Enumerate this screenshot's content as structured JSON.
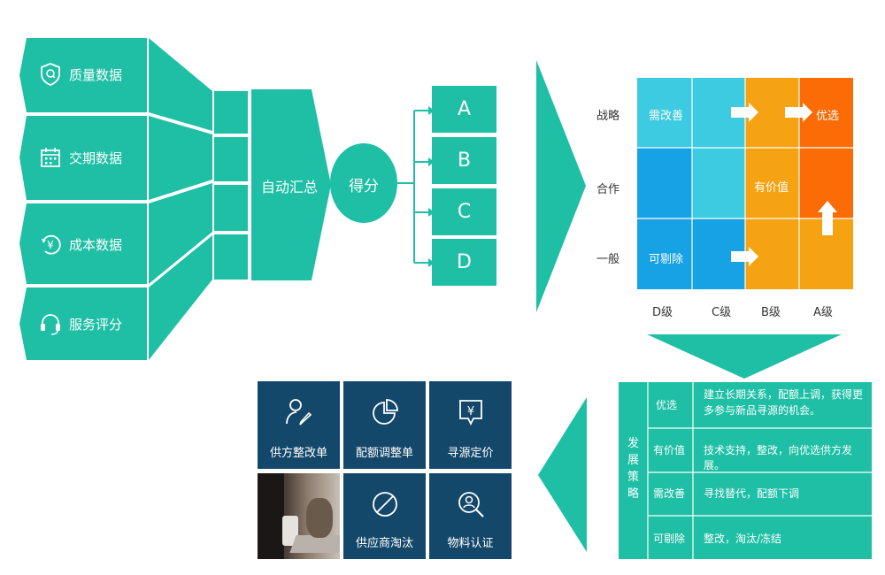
{
  "inputs": [
    {
      "label": "质量数据",
      "icon": "shield-q-icon"
    },
    {
      "label": "交期数据",
      "icon": "calendar-icon"
    },
    {
      "label": "成本数据",
      "icon": "yen-circle-icon"
    },
    {
      "label": "服务评分",
      "icon": "headset-icon"
    }
  ],
  "aggregate_label": "自动汇总",
  "score_label": "得分",
  "grades": [
    "A",
    "B",
    "C",
    "D"
  ],
  "matrix": {
    "row_labels": [
      "战略",
      "合作",
      "一般"
    ],
    "col_labels": [
      "D级",
      "C级",
      "B级",
      "A级"
    ],
    "cells": {
      "needs_improve": "需改善",
      "preferred": "优选",
      "valuable": "有价值",
      "removable": "可剔除"
    }
  },
  "strategy": {
    "side_title": [
      "发",
      "展",
      "策",
      "略"
    ],
    "rows": [
      {
        "name": "优选",
        "desc": "建立长期关系，配额上调，获得更多参与新品寻源的机会。"
      },
      {
        "name": "有价值",
        "desc": "技术支持，整改，向优选供方发展。"
      },
      {
        "name": "需改善",
        "desc": "寻找替代，配额下调"
      },
      {
        "name": "可剔除",
        "desc": "整改，淘汰/冻结"
      }
    ]
  },
  "actions": [
    {
      "label": "供方整改单",
      "icon": "person-edit-icon"
    },
    {
      "label": "配额调整单",
      "icon": "pie-chart-icon"
    },
    {
      "label": "寻源定价",
      "icon": "price-tag-icon"
    },
    {
      "label": "",
      "icon": "office-photo"
    },
    {
      "label": "供应商淘汰",
      "icon": "prohibited-icon"
    },
    {
      "label": "物料认证",
      "icon": "search-person-icon"
    }
  ],
  "colors": {
    "teal": "#1ebfa5",
    "light_blue": "#3ccbe0",
    "blue": "#17a2e6",
    "orange": "#f6a313",
    "red_orange": "#fb6b06",
    "navy": "#14486a"
  }
}
